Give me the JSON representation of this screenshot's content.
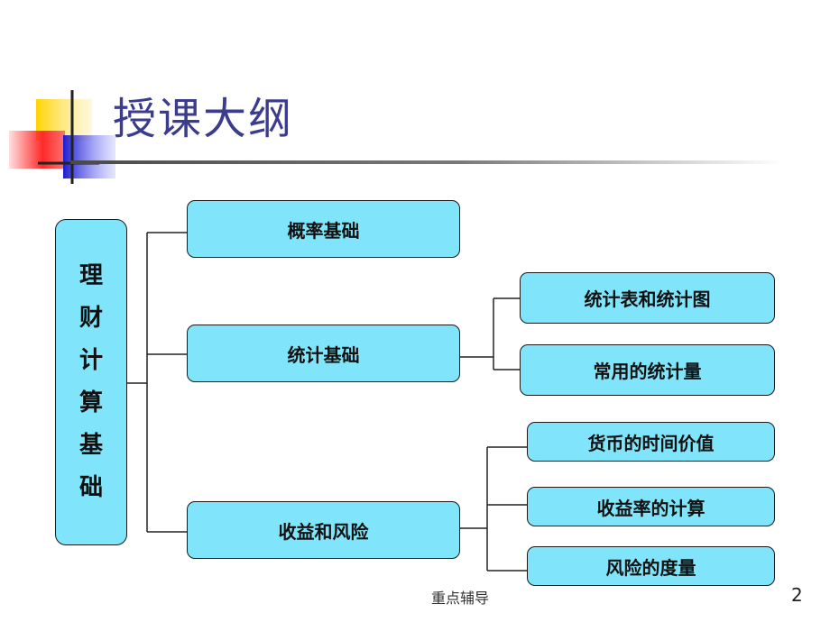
{
  "slide": {
    "title": "授课大纲",
    "footer": "重点辅导",
    "page_number": "2"
  },
  "colors": {
    "box_fill": "#80e4fb",
    "title_color": "#3c3c8e",
    "logo_yellow": "#ffd400",
    "logo_red": "#ff2a2a",
    "logo_blue": "#2b2bd6"
  },
  "diagram": {
    "root": {
      "chars": [
        "理",
        "财",
        "计",
        "算",
        "基",
        "础"
      ]
    },
    "level1": [
      {
        "label": "概率基础"
      },
      {
        "label": "统计基础"
      },
      {
        "label": "收益和风险"
      }
    ],
    "level2_stats": [
      {
        "label": "统计表和统计图"
      },
      {
        "label": "常用的统计量"
      }
    ],
    "level2_returns": [
      {
        "label": "货币的时间价值"
      },
      {
        "label": "收益率的计算"
      },
      {
        "label": "风险的度量"
      }
    ]
  }
}
